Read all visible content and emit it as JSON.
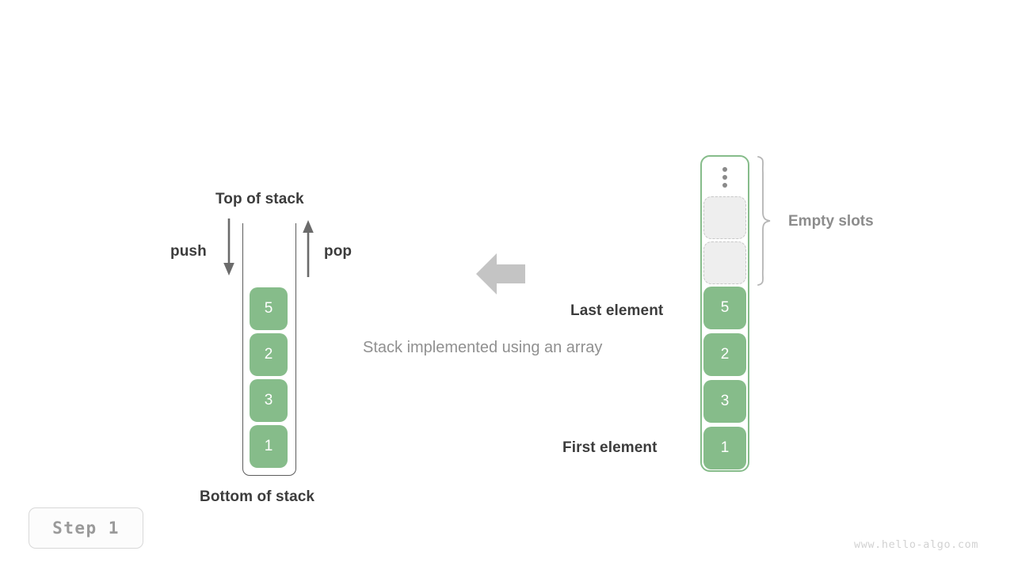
{
  "theme": {
    "bg": "#ffffff",
    "cell_green": "#86bc8a",
    "cell_text": "#ffffff",
    "frame_green": "#86bc8a",
    "wall_gray": "#5c5c5c",
    "label_dark": "#3c3c3c",
    "label_gray": "#8c8c8c",
    "caption_gray": "#909090",
    "empty_fill": "#eeeeee",
    "empty_border": "#c8c8c8",
    "arrow_gray": "#c4c4c4",
    "brace_gray": "#b5b5b5",
    "watermark_gray": "#d2d2d2"
  },
  "labels": {
    "top_of_stack": "Top of stack",
    "bottom_of_stack": "Bottom of stack",
    "push": "push",
    "pop": "pop",
    "caption": "Stack implemented using an array",
    "empty_slots": "Empty slots",
    "last_element": "Last element",
    "first_element": "First element"
  },
  "stack": {
    "name": "linked-stack",
    "values": [
      "5",
      "2",
      "3",
      "1"
    ],
    "top_index": 0,
    "bottom_index": 3
  },
  "array": {
    "name": "array-stack",
    "values": [
      "5",
      "2",
      "3",
      "1"
    ],
    "empty_slot_count": 2,
    "ellipsis": "⋮"
  },
  "step": {
    "label": "Step 1"
  },
  "watermark": {
    "text": "www.hello-algo.com"
  },
  "icons": {
    "arrow_left": "arrow-left-icon",
    "arrow_down": "push-arrow-down-icon",
    "arrow_up": "pop-arrow-up-icon",
    "brace": "curly-brace-icon",
    "ellipsis": "vertical-ellipsis-icon"
  }
}
